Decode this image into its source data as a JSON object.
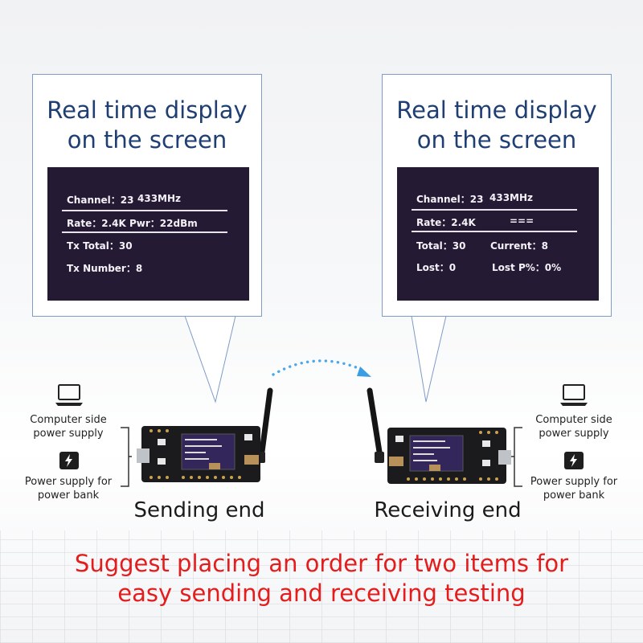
{
  "bubble_title_line1": "Real time display",
  "bubble_title_line2": "on the screen",
  "sender_screen": {
    "channel_label": "Channel：23",
    "channel_freq": "433MHz",
    "rate": "Rate：2.4K",
    "pwr": "Pwr：22dBm",
    "tx_total": "Tx Total：30",
    "tx_number": "Tx Number：8"
  },
  "receiver_screen": {
    "channel_label": "Channel：23",
    "channel_freq": "433MHz",
    "rate": "Rate：2.4K",
    "signal": "===",
    "total": "Total：30",
    "current": "Current：8",
    "lost": "Lost：0",
    "lost_pct": "Lost P%：0%"
  },
  "power_options": {
    "computer": "Computer side\npower supply",
    "power_bank": "Power supply for\npower bank"
  },
  "sending_end_label": "Sending end",
  "receiving_end_label": "Receiving end",
  "suggestion_line1": "Suggest placing an order for two items for",
  "suggestion_line2": "easy sending and receiving testing",
  "colors": {
    "title_blue": "#1f3f73",
    "screen_bg": "#251a33",
    "suggest_red": "#e41c1c",
    "arc_blue": "#4aa8e8"
  },
  "icons": [
    "laptop-icon",
    "power-bank-icon",
    "antenna-icon"
  ]
}
